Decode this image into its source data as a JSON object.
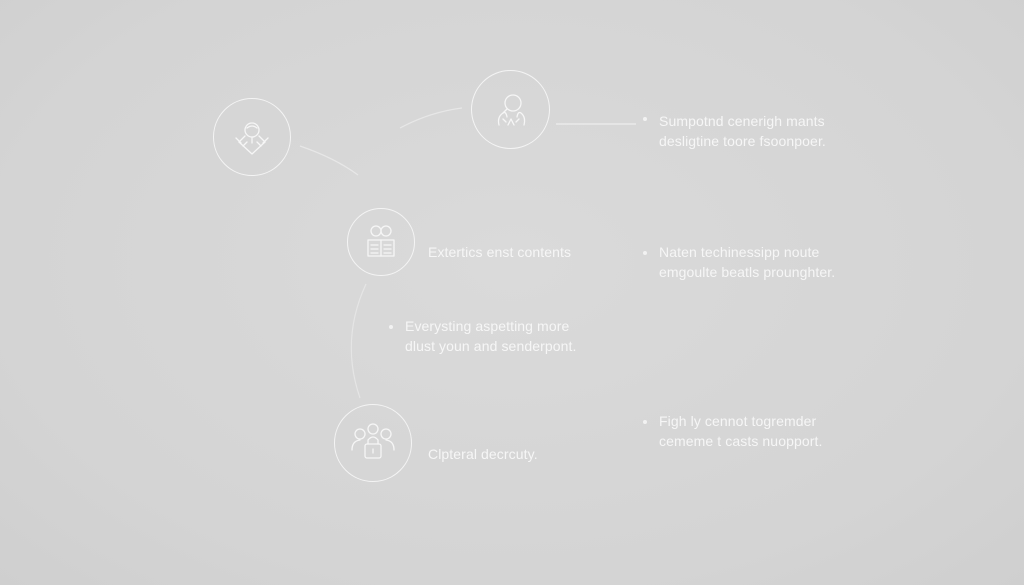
{
  "nodes": {
    "top_left": {
      "icon": "person-network-icon"
    },
    "top_center": {
      "icon": "user-search-icon"
    },
    "middle": {
      "icon": "group-document-icon"
    },
    "bottom": {
      "icon": "team-lock-icon"
    }
  },
  "labels": {
    "top_right": [
      "Sumpotnd cenerigh mants",
      "desligtine toore fsoonpoer."
    ],
    "middle_node": [
      "Extertics enst contents"
    ],
    "middle_right": [
      "Naten techinessipp noute",
      "emgoulte beatls prounghter."
    ],
    "center": [
      "Everysting aspetting more",
      "dlust youn and senderpont."
    ],
    "bottom_node": [
      "Clpteral decrcuty."
    ],
    "bottom_right": [
      "Figh ly cennot togremder",
      "cememe t casts nuopport."
    ]
  },
  "colors": {
    "background": "#d6d6d6",
    "line": "#f4f4f4",
    "text": "#f6f6f6"
  }
}
